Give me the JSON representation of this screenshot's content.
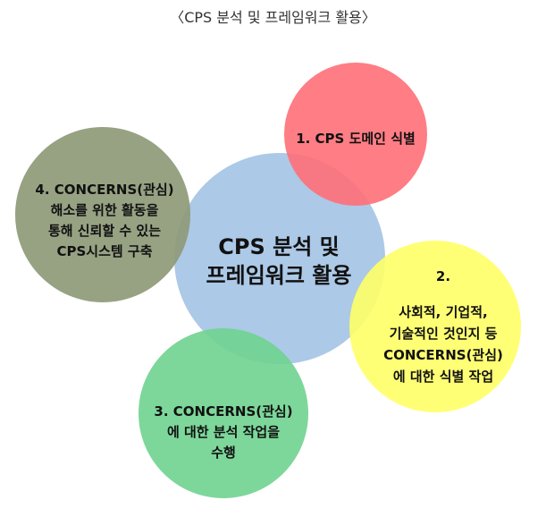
{
  "caption": "〈CPS 분석 및 프레임워크 활용〉",
  "center": {
    "line1": "CPS 분석 및",
    "line2": "프레임워크 활용",
    "color": "#a8c6e6"
  },
  "circles": [
    {
      "id": "circle-1",
      "color": "#ff6f77",
      "lines": [
        "1. CPS 도메인 식별"
      ]
    },
    {
      "id": "circle-2",
      "color": "#ffff66",
      "lines": [
        "2.",
        "사회적, 기업적,",
        "기술적인 것인지 등",
        "CONCERNS(관심)",
        "에 대한 식별 작업"
      ]
    },
    {
      "id": "circle-3",
      "color": "#6fd38f",
      "lines": [
        "3. CONCERNS(관심)",
        "에 대한 분석 작업을",
        "수행"
      ]
    },
    {
      "id": "circle-4",
      "color": "#8e9a78",
      "lines": [
        "4. CONCERNS(관심)",
        "해소를 위한 활동을",
        "통해 신뢰할 수 있는",
        "CPS시스템 구축"
      ]
    }
  ]
}
